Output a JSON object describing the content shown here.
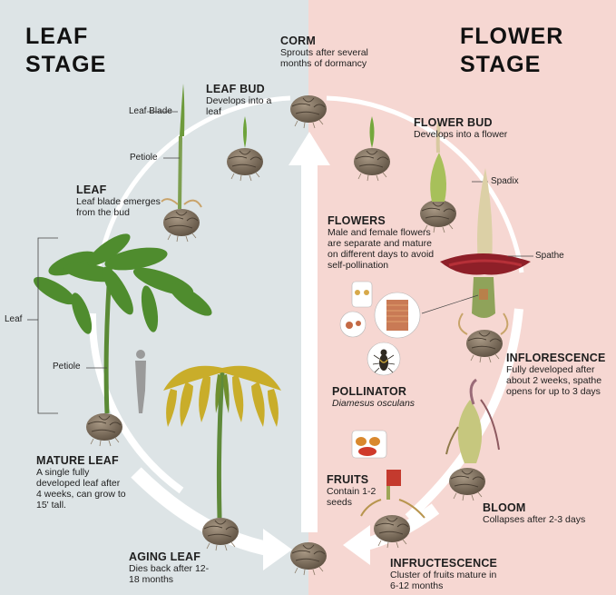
{
  "stage_titles": {
    "leaf_line1": "LEAF",
    "leaf_line2": "STAGE",
    "flower_line1": "FLOWER",
    "flower_line2": "STAGE"
  },
  "stages": {
    "corm": {
      "title": "CORM",
      "desc": "Sprouts after several months of dormancy"
    },
    "leaf_bud": {
      "title": "LEAF BUD",
      "desc": "Develops into a leaf"
    },
    "leaf": {
      "title": "LEAF",
      "desc": "Leaf blade emerges from the bud"
    },
    "mature_leaf": {
      "title": "MATURE LEAF",
      "desc": "A single fully developed leaf after 4 weeks, can grow to 15' tall."
    },
    "aging_leaf": {
      "title": "AGING LEAF",
      "desc": "Dies back after 12-18 months"
    },
    "flower_bud": {
      "title": "FLOWER BUD",
      "desc": "Develops into a flower"
    },
    "flowers": {
      "title": "FLOWERS",
      "desc": "Male and female flowers are separate and mature on different days to avoid self-pollination"
    },
    "pollinator": {
      "title": "POLLINATOR",
      "desc": "Diamesus osculans"
    },
    "inflorescence": {
      "title": "INFLORESCENCE",
      "desc": "Fully developed after about 2 weeks, spathe opens for up to 3 days"
    },
    "bloom": {
      "title": "BLOOM",
      "desc": "Collapses after 2-3 days"
    },
    "fruits": {
      "title": "FRUITS",
      "desc": "Contain 1-2 seeds"
    },
    "infructescence": {
      "title": "INFRUCTESCENCE",
      "desc": "Cluster of fruits mature in 6-12 months"
    }
  },
  "part_labels": {
    "leaf_blade": "Leaf Blade",
    "petiole_bud": "Petiole",
    "leaf": "Leaf",
    "petiole_mature": "Petiole",
    "spadix": "Spadix",
    "spathe": "Spathe"
  },
  "colors": {
    "leaf_bg": "#dde4e6",
    "flower_bg": "#f6d7d2",
    "cycle_arrow": "#ffffff",
    "corm": "#7d6e5c",
    "leaf_green": "#4f8c2e",
    "aging_yellow": "#c9ad2a",
    "spathe_red": "#8e1f28"
  }
}
